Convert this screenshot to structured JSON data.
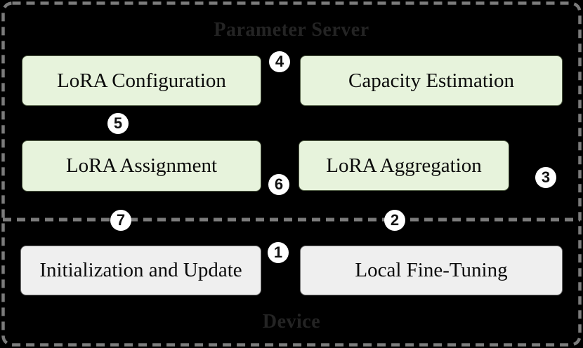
{
  "colors": {
    "background": "#000000",
    "frame_dash": "#7b7b7b",
    "server_box_fill": "#e7f3dc",
    "device_box_fill": "#efefef",
    "step_circle_fill": "#ffffff",
    "step_number_color": "#111111",
    "section_title_color": "#242424",
    "box_text_color": "#0b0b0b"
  },
  "sections": {
    "parameter_server": {
      "title": "Parameter Server"
    },
    "device": {
      "title": "Device"
    }
  },
  "boxes": {
    "lora_configuration": {
      "label": "LoRA Configuration"
    },
    "capacity_estimation": {
      "label": "Capacity Estimation"
    },
    "lora_assignment": {
      "label": "LoRA Assignment"
    },
    "lora_aggregation": {
      "label": "LoRA Aggregation"
    },
    "initialization_and_update": {
      "label": "Initialization and Update"
    },
    "local_fine_tuning": {
      "label": "Local Fine-Tuning"
    }
  },
  "steps": {
    "s1": "1",
    "s2": "2",
    "s3": "3",
    "s4": "4",
    "s5": "5",
    "s6": "6",
    "s7": "7"
  }
}
